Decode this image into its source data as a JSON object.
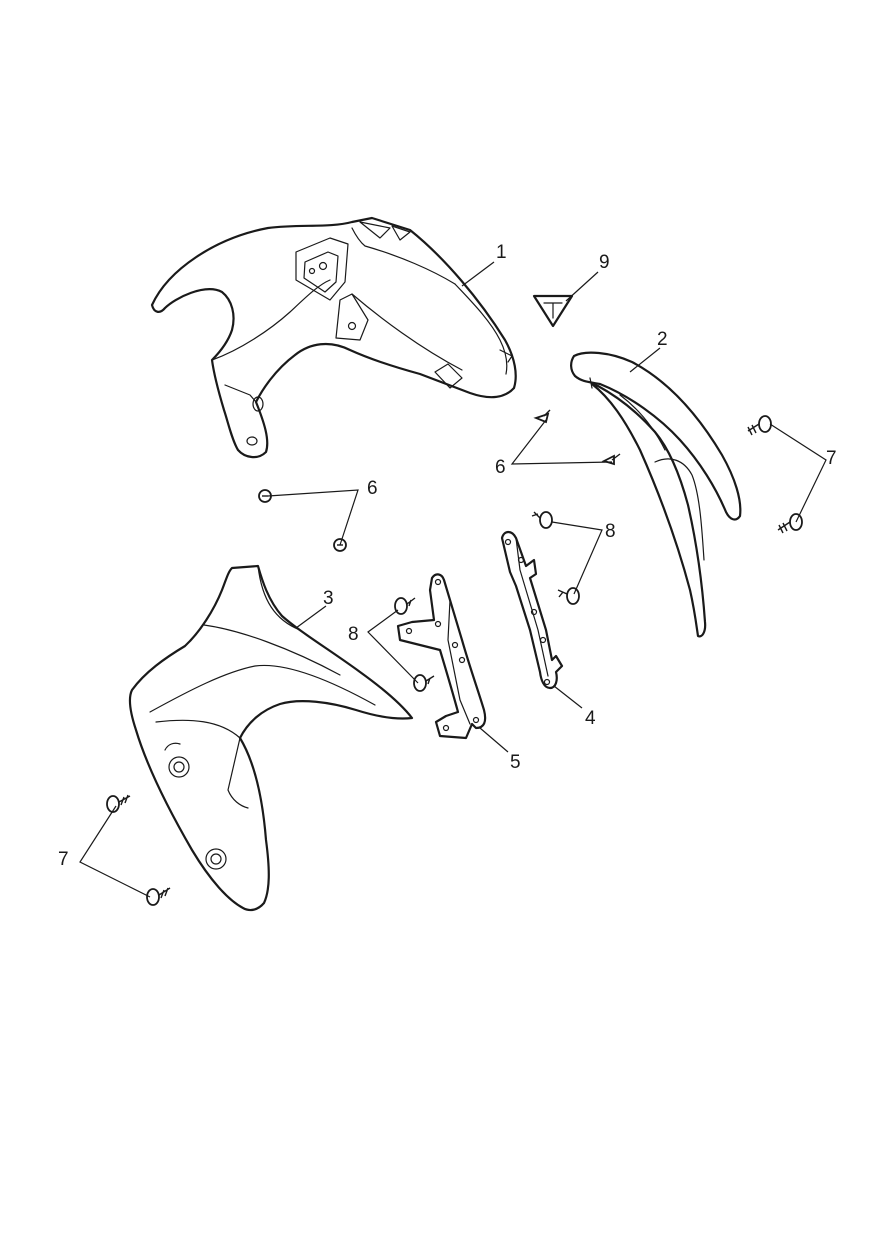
{
  "colors": {
    "line": "#1a1a1a",
    "background": "#ffffff"
  },
  "callouts": {
    "c1": "1",
    "c2": "2",
    "c3": "3",
    "c4": "4",
    "c5": "5",
    "c6a": "6",
    "c6b": "6",
    "c7a": "7",
    "c7b": "7",
    "c8a": "8",
    "c8b": "8",
    "c9": "9"
  },
  "parts": [
    {
      "ref": "1",
      "icon": "front-mudguard"
    },
    {
      "ref": "2",
      "icon": "mudguard-side-trim"
    },
    {
      "ref": "3",
      "icon": "fork-protector-panel"
    },
    {
      "ref": "4",
      "icon": "mounting-bracket-long"
    },
    {
      "ref": "5",
      "icon": "mounting-bracket-short"
    },
    {
      "ref": "6",
      "icon": "clip"
    },
    {
      "ref": "7",
      "icon": "screw"
    },
    {
      "ref": "8",
      "icon": "screw"
    },
    {
      "ref": "9",
      "icon": "brand-badge"
    }
  ]
}
